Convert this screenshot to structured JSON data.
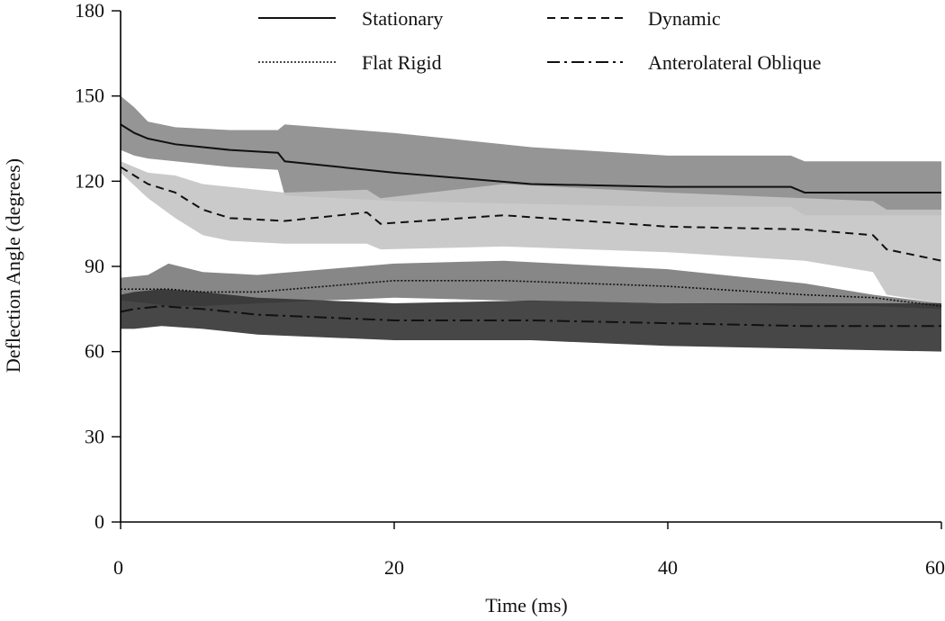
{
  "chart_data": {
    "type": "area",
    "title": "",
    "xlabel": "Time (ms)",
    "ylabel": "Deflection Angle (degrees)",
    "xlim": [
      0,
      60
    ],
    "ylim": [
      0,
      180
    ],
    "xticks": [
      0,
      20,
      40,
      60
    ],
    "yticks": [
      0,
      30,
      60,
      90,
      120,
      150,
      180
    ],
    "grid": false,
    "legend_position": "top",
    "series": [
      {
        "name": "Stationary",
        "line_style": "solid",
        "band_color": "#8a8a8a",
        "x": [
          0,
          1,
          2,
          4,
          8,
          11.5,
          12,
          20,
          30,
          40,
          49,
          50,
          60
        ],
        "mean": [
          140,
          137,
          135,
          133,
          131,
          130,
          127,
          123,
          119,
          118,
          118,
          116,
          116
        ],
        "upper": [
          150,
          146,
          141,
          139,
          138,
          138,
          140,
          137,
          132,
          129,
          129,
          127,
          127
        ],
        "lower": [
          131,
          129,
          128,
          127,
          125,
          124,
          115,
          113,
          112,
          111,
          111,
          108,
          108
        ]
      },
      {
        "name": "Dynamic",
        "line_style": "dashed",
        "band_color": "#c4c4c4",
        "x": [
          0,
          2,
          4,
          6,
          8,
          12,
          18,
          19,
          28,
          40,
          50,
          55,
          56,
          60
        ],
        "mean": [
          125,
          119,
          116,
          110,
          107,
          106,
          109,
          105,
          108,
          104,
          103,
          101,
          96,
          92
        ],
        "upper": [
          127,
          123,
          122,
          119,
          118,
          116,
          117,
          114,
          119,
          116,
          114,
          113,
          110,
          110
        ],
        "lower": [
          123,
          114,
          107,
          101,
          99,
          98,
          98,
          96,
          97,
          95,
          92,
          88,
          80,
          77
        ]
      },
      {
        "name": "Flat Rigid",
        "line_style": "dotted",
        "band_color": "#7a7a7a",
        "x": [
          0,
          2,
          3.5,
          6,
          10,
          20,
          28,
          40,
          50,
          55,
          60
        ],
        "mean": [
          82,
          82,
          82,
          81,
          81,
          85,
          85,
          83,
          80,
          79,
          76
        ],
        "upper": [
          86,
          87,
          91,
          88,
          87,
          91,
          92,
          89,
          84,
          80,
          77
        ],
        "lower": [
          78,
          77,
          76,
          76,
          77,
          79,
          78,
          77,
          76,
          76,
          75
        ]
      },
      {
        "name": "Anterolateral Oblique",
        "line_style": "dashdot",
        "band_color": "#333333",
        "x": [
          0,
          1,
          3,
          6,
          10,
          20,
          30,
          40,
          50,
          60
        ],
        "mean": [
          74,
          75,
          76,
          75,
          73,
          71,
          71,
          70,
          69,
          69
        ],
        "upper": [
          80,
          81,
          82,
          81,
          79,
          77,
          78,
          77,
          77,
          77
        ],
        "lower": [
          68,
          68,
          69,
          68,
          66,
          64,
          64,
          62,
          61,
          60
        ]
      }
    ]
  }
}
